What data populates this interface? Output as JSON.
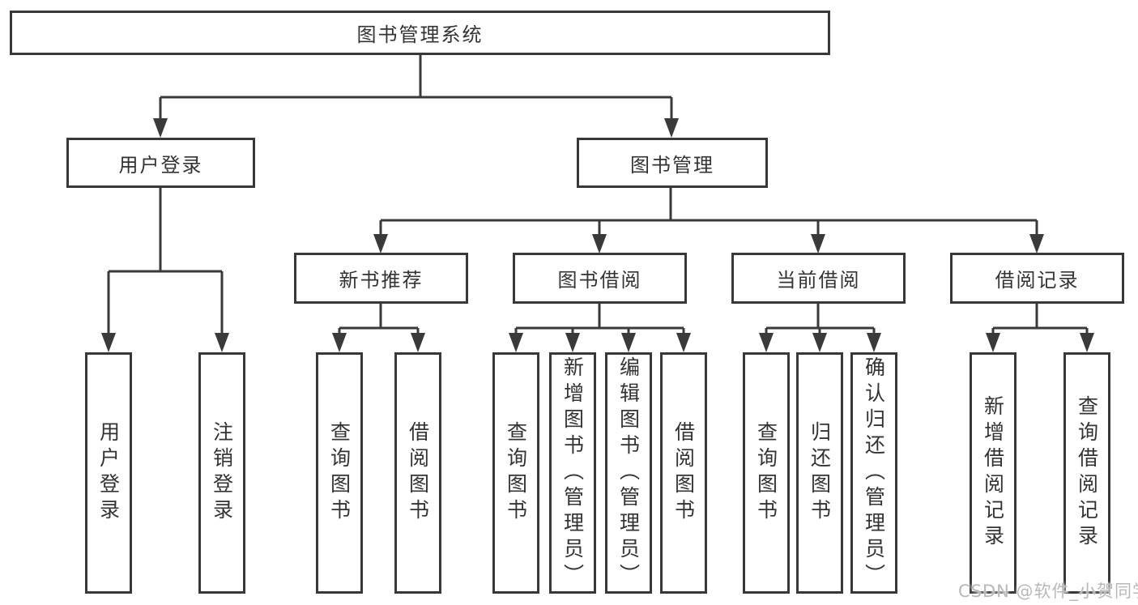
{
  "colors": {
    "line": "#3a3a3a",
    "border": "#383838",
    "text": "#333333",
    "background": "#ffffff",
    "watermark": "#b8b8b8"
  },
  "diagram": {
    "root": {
      "label": "图书管理系统"
    },
    "branches": [
      {
        "label": "用户登录",
        "children": [
          "用户登录",
          "注销登录"
        ]
      },
      {
        "label": "图书管理",
        "children": [
          {
            "label": "新书推荐",
            "children": [
              "查询图书",
              "借阅图书"
            ]
          },
          {
            "label": "图书借阅",
            "children": [
              "查询图书",
              "新增图书（管理员）",
              "编辑图书（管理员）",
              "借阅图书"
            ]
          },
          {
            "label": "当前借阅",
            "children": [
              "查询图书",
              "归还图书",
              "确认归还（管理员）"
            ]
          },
          {
            "label": "借阅记录",
            "children": [
              "新增借阅记录",
              "查询借阅记录"
            ]
          }
        ]
      }
    ]
  },
  "watermark": {
    "text": "CSDN @软件_小贺同学"
  }
}
